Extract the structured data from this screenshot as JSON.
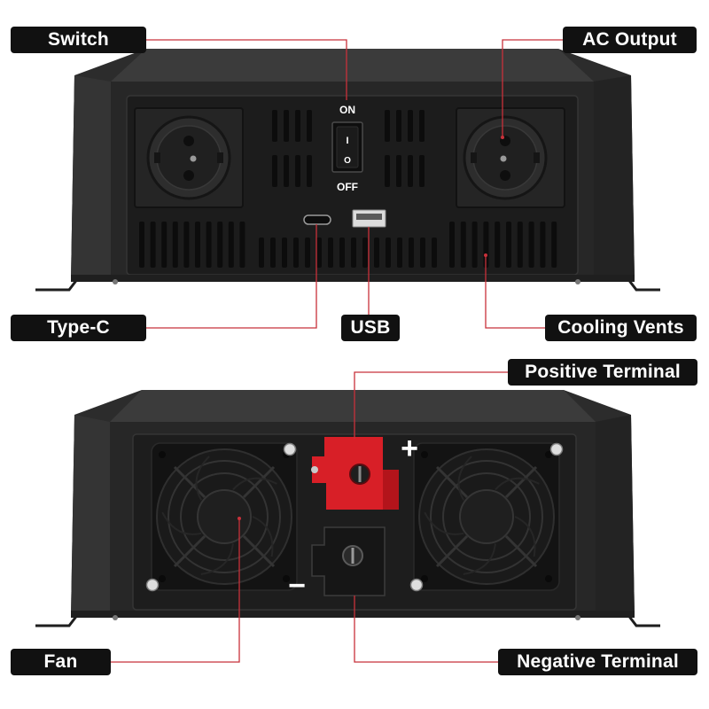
{
  "labels": {
    "switch": "Switch",
    "ac_output": "AC Output",
    "type_c": "Type-C",
    "usb": "USB",
    "cooling_vents": "Cooling Vents",
    "positive_terminal": "Positive Terminal",
    "fan": "Fan",
    "negative_terminal": "Negative Terminal"
  },
  "device": {
    "switch_on": "ON",
    "switch_off": "OFF",
    "switch_mark_on": "I",
    "switch_mark_off": "O",
    "plus_symbol": "+",
    "minus_symbol": "−"
  },
  "colors": {
    "callout_line": "#c8313a",
    "label_background": "#111111",
    "label_text": "#ffffff",
    "body": "#2c2c2c",
    "positive_terminal": "#d81f27"
  }
}
